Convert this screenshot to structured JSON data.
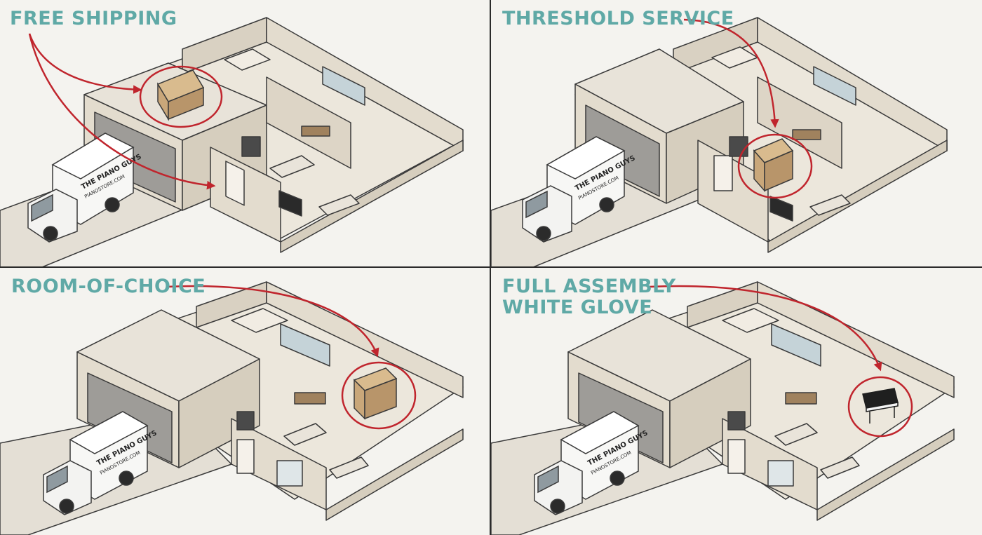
{
  "panels": [
    {
      "label": "FREE SHIPPING"
    },
    {
      "label": "THRESHOLD SERVICE"
    },
    {
      "label": "ROOM-OF-CHOICE"
    },
    {
      "label_line1": "FULL ASSEMBLY",
      "label_line2": "WHITE GLOVE"
    }
  ],
  "truck": {
    "brand": "THE PIANO GUYS",
    "website": "PIANOSTORE.COM"
  },
  "colors": {
    "label": "#5fa9a6",
    "arrow": "#c0252d",
    "wall": "#e3dcce",
    "floor": "#ece7dc",
    "outline": "#3a3a3a",
    "crate": "#c9a77a",
    "bathroom": "#c5d3d8",
    "background": "#f4f3ef"
  },
  "icons": [
    "truck-icon",
    "piano-crate-icon",
    "digital-piano-icon",
    "sofa-icon",
    "bed-icon",
    "tv-icon",
    "table-icon",
    "door-icon"
  ]
}
